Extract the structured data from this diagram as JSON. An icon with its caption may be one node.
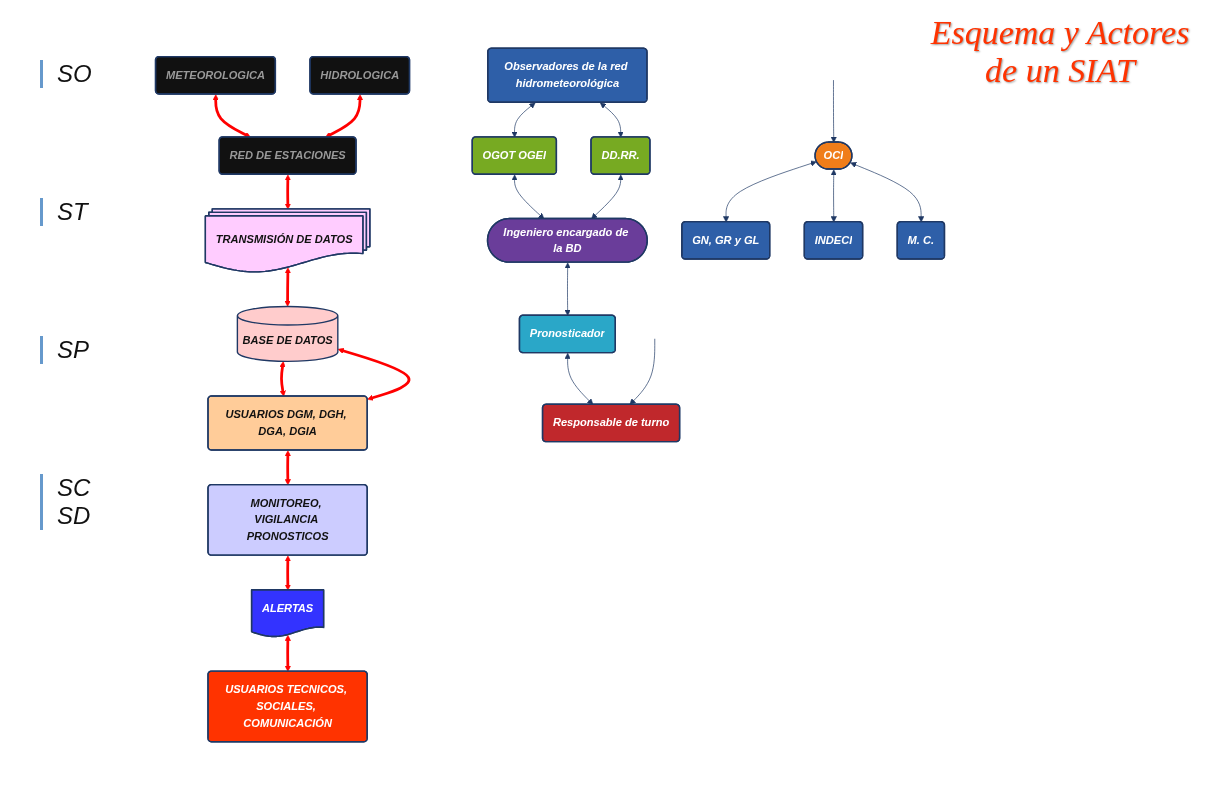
{
  "diagram": {
    "title": "Esquema y Actores de un SIAT",
    "nodes": [
      {
        "text": [
          "METEOROLOGICA"
        ]
      },
      {
        "text": [
          "HIDROLOGICA"
        ]
      },
      {
        "text": [
          "RED DE ESTACIONES"
        ]
      },
      {
        "text": [
          "TRANSMISIÓN DE DATOS"
        ]
      },
      {
        "text": [
          "BASE DE DATOS"
        ]
      },
      {
        "text": [
          "USUARIOS DGM, DGH, DGA, DGIA"
        ]
      },
      {
        "text": [
          "MONITOREO, VIGILANCIA PRONOSTICOS"
        ]
      },
      {
        "text": [
          "ALERTAS"
        ]
      },
      {
        "text": [
          "USUARIOS TECNICOS, SOCIALES, COMUNICACIÓN"
        ]
      },
      {
        "text": [
          "Observadores de la red hidrometeorológica"
        ]
      },
      {
        "text": [
          "OGOT OGEI"
        ]
      },
      {
        "text": [
          "DD.RR."
        ]
      },
      {
        "text": [
          "Ingeniero encargado de la BD"
        ]
      },
      {
        "text": [
          "Pronosticador"
        ]
      },
      {
        "text": [
          "Responsable de turno"
        ]
      },
      {
        "text": [
          "GN, GR y GL"
        ]
      },
      {
        "text": [
          "INDECI"
        ]
      },
      {
        "text": [
          "OCI"
        ]
      },
      {
        "text": [
          "M. C."
        ]
      }
    ],
    "edges": [
      {
        "from": 0,
        "to": 2,
        "arrow": "both",
        "style": "thick",
        "color": "#ff0000"
      },
      {
        "from": 1,
        "to": 2,
        "arrow": "both",
        "style": "thick",
        "color": "#ff0000"
      },
      {
        "from": 2,
        "to": 3,
        "arrow": "both",
        "style": "thick",
        "color": "#ff0000"
      },
      {
        "from": 3,
        "to": 4,
        "arrow": "both",
        "style": "thick",
        "color": "#ff0000"
      },
      {
        "from": 4,
        "to": 5,
        "arrow": "both",
        "style": "thick",
        "color": "#ff0000"
      },
      {
        "from": 4,
        "to": 5,
        "arrow": "both",
        "style": "thick",
        "color": "#ff0000"
      },
      {
        "from": 5,
        "to": 6,
        "arrow": "both",
        "style": "thick",
        "color": "#ff0000"
      },
      {
        "from": 6,
        "to": 7,
        "arrow": "both",
        "style": "thick",
        "color": "#ff0000"
      },
      {
        "from": 7,
        "to": 8,
        "arrow": "both",
        "style": "thick",
        "color": "#ff0000"
      },
      {
        "from": 9,
        "to": 10,
        "arrow": "both"
      },
      {
        "from": 9,
        "to": 11,
        "arrow": "both"
      },
      {
        "from": 10,
        "to": 12,
        "arrow": "both"
      },
      {
        "from": 11,
        "to": 12,
        "arrow": "both"
      },
      {
        "from": 12,
        "to": 13,
        "arrow": "both"
      },
      {
        "from": 13,
        "to": 14,
        "arrow": "both"
      },
      {
        "from": null,
        "to": 14,
        "arrow": "to"
      },
      {
        "from": 17,
        "to": 15,
        "arrow": "both"
      },
      {
        "from": 17,
        "to": 16,
        "arrow": "both"
      },
      {
        "from": null,
        "to": 17,
        "arrow": "to"
      },
      {
        "from": 17,
        "to": 18,
        "arrow": "both"
      }
    ],
    "labels": [
      "SO",
      "ST",
      "SP",
      "SC SD"
    ]
  }
}
